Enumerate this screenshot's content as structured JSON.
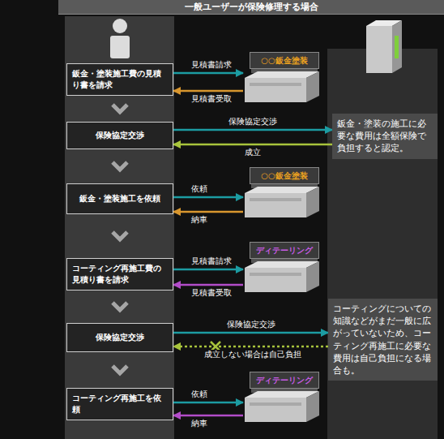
{
  "diagram": {
    "title": "一般ユーザーが保険修理する場合",
    "nodes": [
      {
        "text": [
          "鈑金・塗装施工費の見積り書を請求"
        ]
      },
      {
        "text": [
          "○○鈑金塗装"
        ]
      },
      {
        "text": [
          "保険協定交渉"
        ]
      },
      {
        "text": [
          "鈑金・塗装の施工に必要な費用は全額保険で負担すると認定。"
        ]
      },
      {
        "text": [
          "鈑金・塗装施工を依頼"
        ]
      },
      {
        "text": [
          "○○鈑金塗装"
        ]
      },
      {
        "text": [
          "コーティング再施工費の見積り書を請求"
        ]
      },
      {
        "text": [
          "ディテーリング"
        ]
      },
      {
        "text": [
          "保険協定交渉"
        ]
      },
      {
        "text": [
          "コーティングについての知識などがまだ一般に広がっていないため、コーティング再施工に必要な費用は自己負担になる場合も。"
        ]
      },
      {
        "text": [
          "コーティング再施工を依頼"
        ]
      },
      {
        "text": [
          "ディテーリング"
        ]
      }
    ],
    "edges": [
      {
        "from": 0,
        "to": 1,
        "arrow": "to",
        "label": "見積書請求"
      },
      {
        "from": 1,
        "to": 0,
        "arrow": "to",
        "label": "見積書受取"
      },
      {
        "from": 2,
        "to": 3,
        "arrow": "to",
        "label": "保険協定交渉"
      },
      {
        "from": 3,
        "to": 2,
        "arrow": "to",
        "label": "成立"
      },
      {
        "from": 4,
        "to": 5,
        "arrow": "to",
        "label": "依頼"
      },
      {
        "from": 5,
        "to": 4,
        "arrow": "to",
        "label": "納車"
      },
      {
        "from": 6,
        "to": 7,
        "arrow": "to",
        "label": "見積書請求"
      },
      {
        "from": 7,
        "to": 6,
        "arrow": "to",
        "label": "見積書受取"
      },
      {
        "from": 8,
        "to": 9,
        "arrow": "to",
        "label": "保険協定交渉"
      },
      {
        "from": 9,
        "to": 8,
        "arrow": "to",
        "label": "成立しない場合は自己負担"
      },
      {
        "from": 10,
        "to": 11,
        "arrow": "to",
        "label": "依頼"
      },
      {
        "from": 11,
        "to": 10,
        "arrow": "to",
        "label": "納車"
      },
      {
        "from": 0,
        "to": 2,
        "arrow": "to"
      },
      {
        "from": 2,
        "to": 4,
        "arrow": "to"
      },
      {
        "from": 4,
        "to": 6,
        "arrow": "to"
      },
      {
        "from": 6,
        "to": 8,
        "arrow": "to"
      },
      {
        "from": 8,
        "to": 10,
        "arrow": "to"
      }
    ]
  }
}
